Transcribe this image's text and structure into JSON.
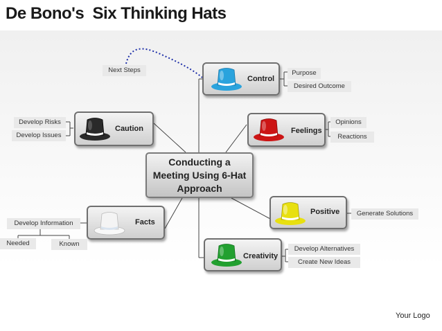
{
  "title": "De Bono's  Six Thinking Hats",
  "center_topic": "Conducting a Meeting Using 6-Hat Approach",
  "logo": "Your Logo",
  "hat_colors": {
    "control": "#2aa3dd",
    "feelings": "#cc1414",
    "positive": "#e8e010",
    "creativity": "#22a030",
    "facts": "#f4f4f4",
    "caution": "#2a2a2a"
  },
  "branches": {
    "control": {
      "label": "Control",
      "hat_icon": "blue-hat-icon",
      "items": [
        "Purpose",
        "Desired Outcome"
      ],
      "extra": "Next Steps"
    },
    "feelings": {
      "label": "Feelings",
      "hat_icon": "red-hat-icon",
      "items": [
        "Opinions",
        "Reactions"
      ]
    },
    "positive": {
      "label": "Positive",
      "hat_icon": "yellow-hat-icon",
      "items": [
        "Generate Solutions"
      ]
    },
    "creativity": {
      "label": "Creativity",
      "hat_icon": "green-hat-icon",
      "items": [
        "Develop Alternatives",
        "Create New Ideas"
      ]
    },
    "facts": {
      "label": "Facts",
      "hat_icon": "white-hat-icon",
      "items": [
        "Develop Information"
      ],
      "subitems": [
        "Needed",
        "Known"
      ]
    },
    "caution": {
      "label": "Caution",
      "hat_icon": "black-hat-icon",
      "items": [
        "Develop Risks",
        "Develop Issues"
      ]
    }
  }
}
